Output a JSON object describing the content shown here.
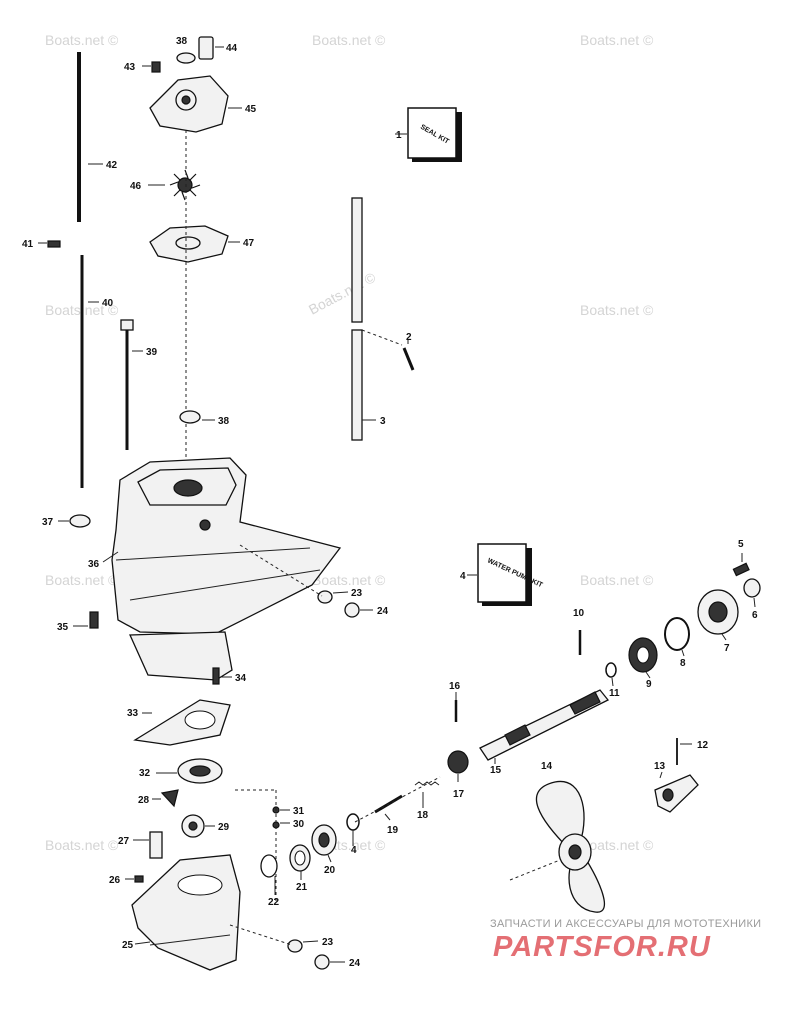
{
  "watermark_text": "Boats.net ©",
  "kits": {
    "seal": "SEAL KIT",
    "water_pump": "WATER PUMP KIT"
  },
  "callouts": [
    "1",
    "2",
    "3",
    "4",
    "5",
    "6",
    "7",
    "8",
    "9",
    "10",
    "11",
    "12",
    "13",
    "14",
    "15",
    "16",
    "17",
    "18",
    "19",
    "20",
    "21",
    "22",
    "23",
    "24",
    "25",
    "26",
    "27",
    "28",
    "29",
    "30",
    "31",
    "32",
    "33",
    "34",
    "35",
    "36",
    "37",
    "38",
    "39",
    "40",
    "41",
    "42",
    "43",
    "44",
    "45",
    "46",
    "47"
  ],
  "brand": {
    "tagline": "ЗАПЧАСТИ И АКСЕССУАРЫ ДЛЯ МОТОТЕХНИКИ",
    "logo": "PARTSFOR.RU"
  }
}
